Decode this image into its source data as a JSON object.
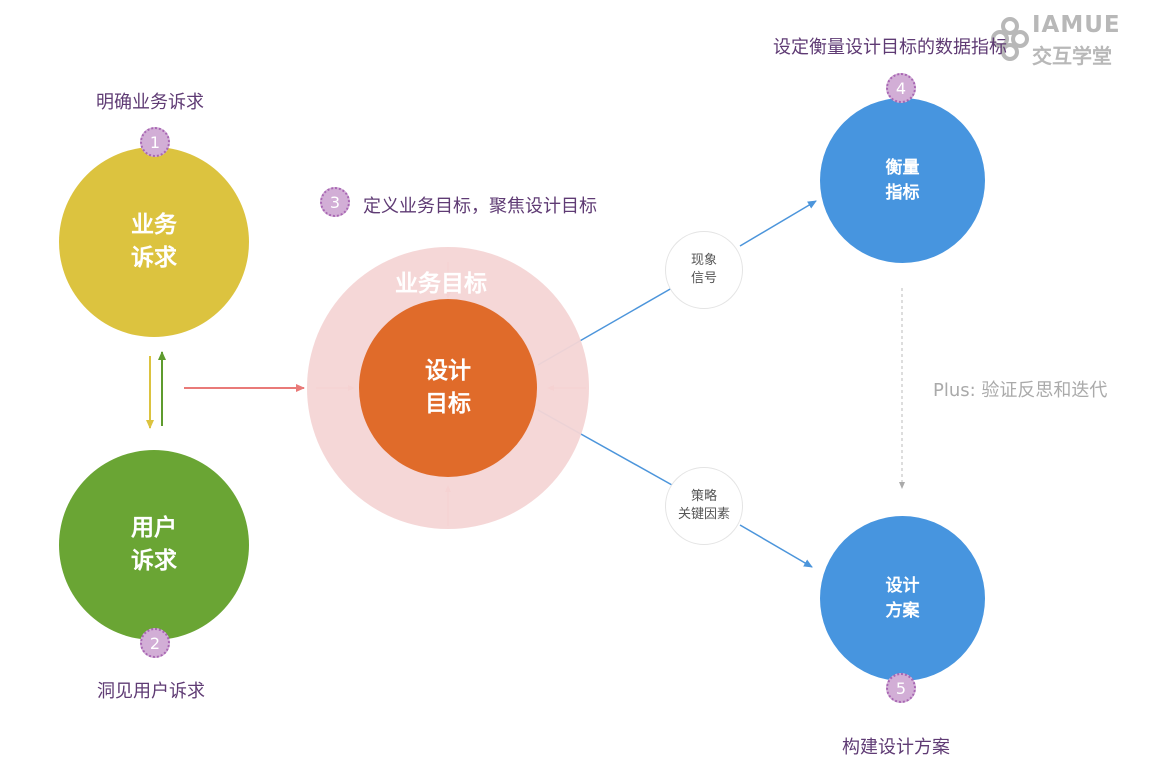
{
  "colors": {
    "business": "#dcc33f",
    "user": "#6aa534",
    "outer_ring": "#f4d5d5",
    "design_goal": "#e06b2a",
    "metric": "#4795df",
    "solution": "#4795df",
    "caption": "#5f3b74",
    "badge_fill": "#d2aed6",
    "arrow_red": "#e97a78",
    "arrow_blue": "#4c95db"
  },
  "logo": {
    "brand": "IAMUE",
    "subtitle": "交互学堂",
    "icon": "flower-logo-icon"
  },
  "steps": [
    {
      "number": "1",
      "label": "明确业务诉求"
    },
    {
      "number": "2",
      "label": "洞见用户诉求"
    },
    {
      "number": "3",
      "label": "定义业务目标，聚焦设计目标"
    },
    {
      "number": "4",
      "label": "设定衡量设计目标的数据指标"
    },
    {
      "number": "5",
      "label": "构建设计方案"
    }
  ],
  "circles": {
    "business": {
      "line1": "业务",
      "line2": "诉求"
    },
    "user": {
      "line1": "用户",
      "line2": "诉求"
    },
    "outer_ring_label": "业务目标",
    "design_goal": {
      "line1": "设计",
      "line2": "目标"
    },
    "metric": {
      "line1": "衡量",
      "line2": "指标"
    },
    "solution": {
      "line1": "设计",
      "line2": "方案"
    }
  },
  "connectors": {
    "signal": {
      "line1": "现象",
      "line2": "信号"
    },
    "strategy": {
      "line1": "策略",
      "line2": "关键因素"
    }
  },
  "plus_note": "Plus: 验证反思和迭代"
}
